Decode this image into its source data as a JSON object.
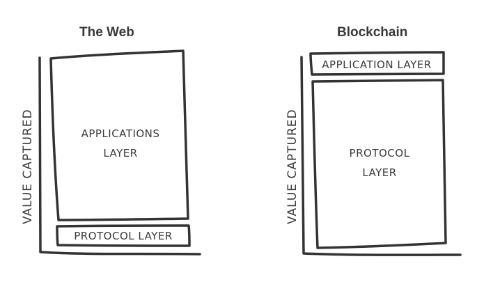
{
  "web": {
    "title": "The Web",
    "ylabel": "VALUE CAPTURED",
    "top_box": {
      "line1": "APPLICATIONS",
      "line2": "LAYER"
    },
    "bottom_box": {
      "label": "PROTOCOL LAYER"
    }
  },
  "blockchain": {
    "title": "Blockchain",
    "ylabel": "VALUE CAPTURED",
    "top_box": {
      "label": "APPLICATION LAYER"
    },
    "bottom_box": {
      "line1": "PROTOCOL",
      "line2": "LAYER"
    }
  },
  "colors": {
    "stroke": "#333333",
    "background": "#ffffff"
  }
}
